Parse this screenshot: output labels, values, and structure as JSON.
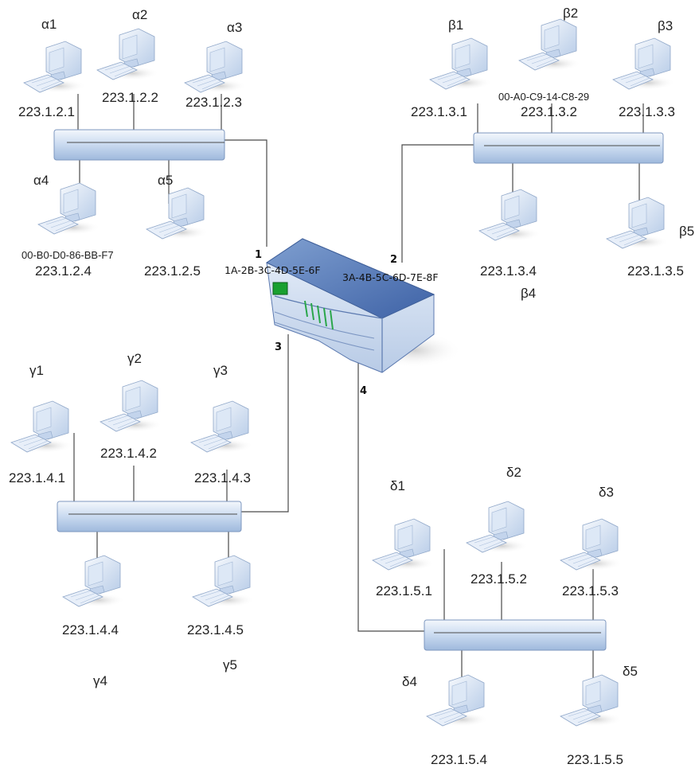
{
  "router": {
    "ports": [
      {
        "number": "1",
        "mac": "1A-2B-3C-4D-5E-6F"
      },
      {
        "number": "2",
        "mac": "3A-4B-5C-6D-7E-8F"
      },
      {
        "number": "3",
        "mac": ""
      },
      {
        "number": "4",
        "mac": ""
      }
    ]
  },
  "subnets": [
    {
      "name": "alpha",
      "hosts": [
        {
          "label": "α1",
          "ip": "223.1.2.1",
          "mac": ""
        },
        {
          "label": "α2",
          "ip": "223.1.2.2",
          "mac": ""
        },
        {
          "label": "α3",
          "ip": "223.1.2.3",
          "mac": ""
        },
        {
          "label": "α4",
          "ip": "223.1.2.4",
          "mac": "00-B0-D0-86-BB-F7"
        },
        {
          "label": "α5",
          "ip": "223.1.2.5",
          "mac": ""
        }
      ]
    },
    {
      "name": "beta",
      "hosts": [
        {
          "label": "β1",
          "ip": "223.1.3.1",
          "mac": ""
        },
        {
          "label": "β2",
          "ip": "223.1.3.2",
          "mac": "00-A0-C9-14-C8-29"
        },
        {
          "label": "β3",
          "ip": "223.1.3.3",
          "mac": ""
        },
        {
          "label": "β4",
          "ip": "223.1.3.4",
          "mac": ""
        },
        {
          "label": "β5",
          "ip": "223.1.3.5",
          "mac": ""
        }
      ]
    },
    {
      "name": "gamma",
      "hosts": [
        {
          "label": "γ1",
          "ip": "223.1.4.1",
          "mac": ""
        },
        {
          "label": "γ2",
          "ip": "223.1.4.2",
          "mac": ""
        },
        {
          "label": "γ3",
          "ip": "223.1.4.3",
          "mac": ""
        },
        {
          "label": "γ4",
          "ip": "223.1.4.4",
          "mac": ""
        },
        {
          "label": "γ5",
          "ip": "223.1.4.5",
          "mac": ""
        }
      ]
    },
    {
      "name": "delta",
      "hosts": [
        {
          "label": "δ1",
          "ip": "223.1.5.1",
          "mac": ""
        },
        {
          "label": "δ2",
          "ip": "223.1.5.2",
          "mac": ""
        },
        {
          "label": "δ3",
          "ip": "223.1.5.3",
          "mac": ""
        },
        {
          "label": "δ4",
          "ip": "223.1.5.4",
          "mac": ""
        },
        {
          "label": "δ5",
          "ip": "223.1.5.5",
          "mac": ""
        }
      ]
    }
  ]
}
